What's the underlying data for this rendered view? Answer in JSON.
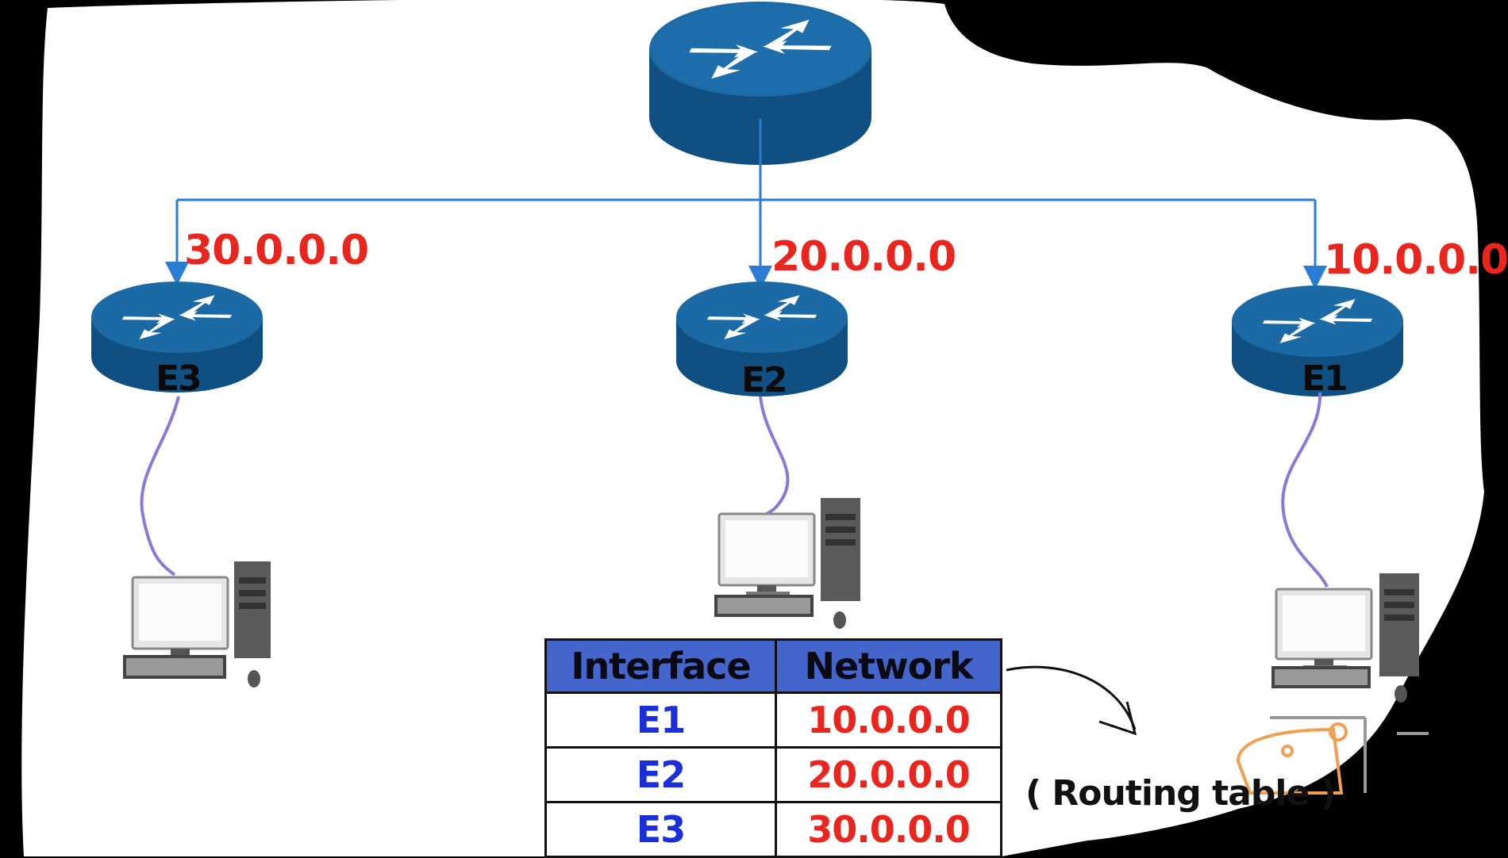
{
  "diagram": {
    "core_router": {
      "icon": "router-icon"
    },
    "branches": [
      {
        "network": "30.0.0.0",
        "interface": "E3"
      },
      {
        "network": "20.0.0.0",
        "interface": "E2"
      },
      {
        "network": "10.0.0.0",
        "interface": "E1"
      }
    ],
    "colors": {
      "router_blue": "#1b6aa5",
      "router_dark": "#0f4f82",
      "link_blue": "#2a7dd2",
      "cable_purple": "#8a7ad8",
      "network_red": "#e8261e",
      "interface_blue": "#1a2fd8",
      "header_blue": "#4466cc",
      "accent_orange": "#f0a050"
    }
  },
  "routing_table": {
    "headers": [
      "Interface",
      "Network"
    ],
    "rows": [
      {
        "interface": "E1",
        "network": "10.0.0.0"
      },
      {
        "interface": "E2",
        "network": "20.0.0.0"
      },
      {
        "interface": "E3",
        "network": "30.0.0.0"
      }
    ],
    "caption": "( Routing table )"
  }
}
